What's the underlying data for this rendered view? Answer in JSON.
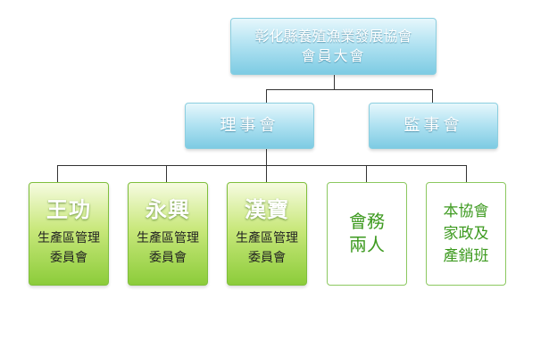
{
  "top": {
    "line1": "彰化縣養殖漁業發展協會",
    "line2": "會員大會"
  },
  "level2": {
    "left": "理事會",
    "right": "監事會"
  },
  "level3": [
    {
      "title": "王功",
      "sub1": "生產區管理",
      "sub2": "委員會"
    },
    {
      "title": "永興",
      "sub1": "生產區管理",
      "sub2": "委員會"
    },
    {
      "title": "漢寶",
      "sub1": "生產區管理",
      "sub2": "委員會"
    },
    {
      "line1": "會務",
      "line2": "兩人"
    },
    {
      "line1": "本協會",
      "line2": "家政及",
      "line3": "產銷班"
    }
  ],
  "colors": {
    "blue_node": "#7dcbe3",
    "green_node": "#8ccc3a",
    "white_node_text": "#3d9a1f",
    "connector": "#333333"
  }
}
